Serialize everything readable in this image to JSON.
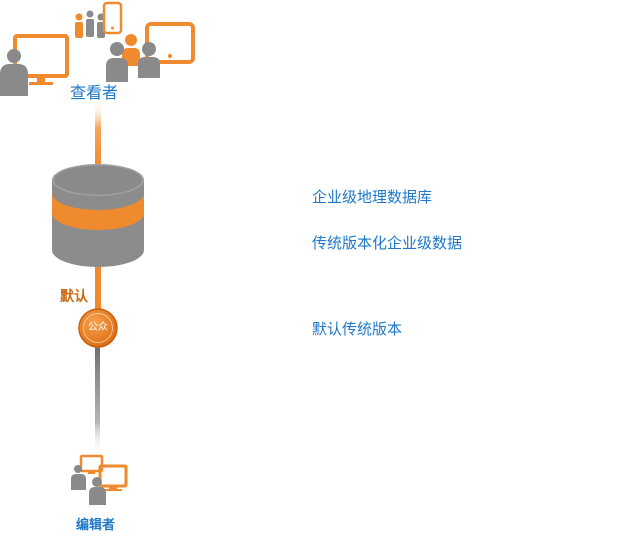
{
  "viewer_label": "查看者",
  "editor_label": "编辑者",
  "default_label": "默认",
  "public_label": "公众",
  "descriptions": [
    "企业级地理数据库",
    "传统版本化企业级数据",
    "默认传统版本"
  ],
  "colors": {
    "accent_orange": "#f08a2e",
    "person_gray": "#8a8a8a",
    "db_gray": "#8c8c8c",
    "text_blue": "#1f78c8"
  }
}
